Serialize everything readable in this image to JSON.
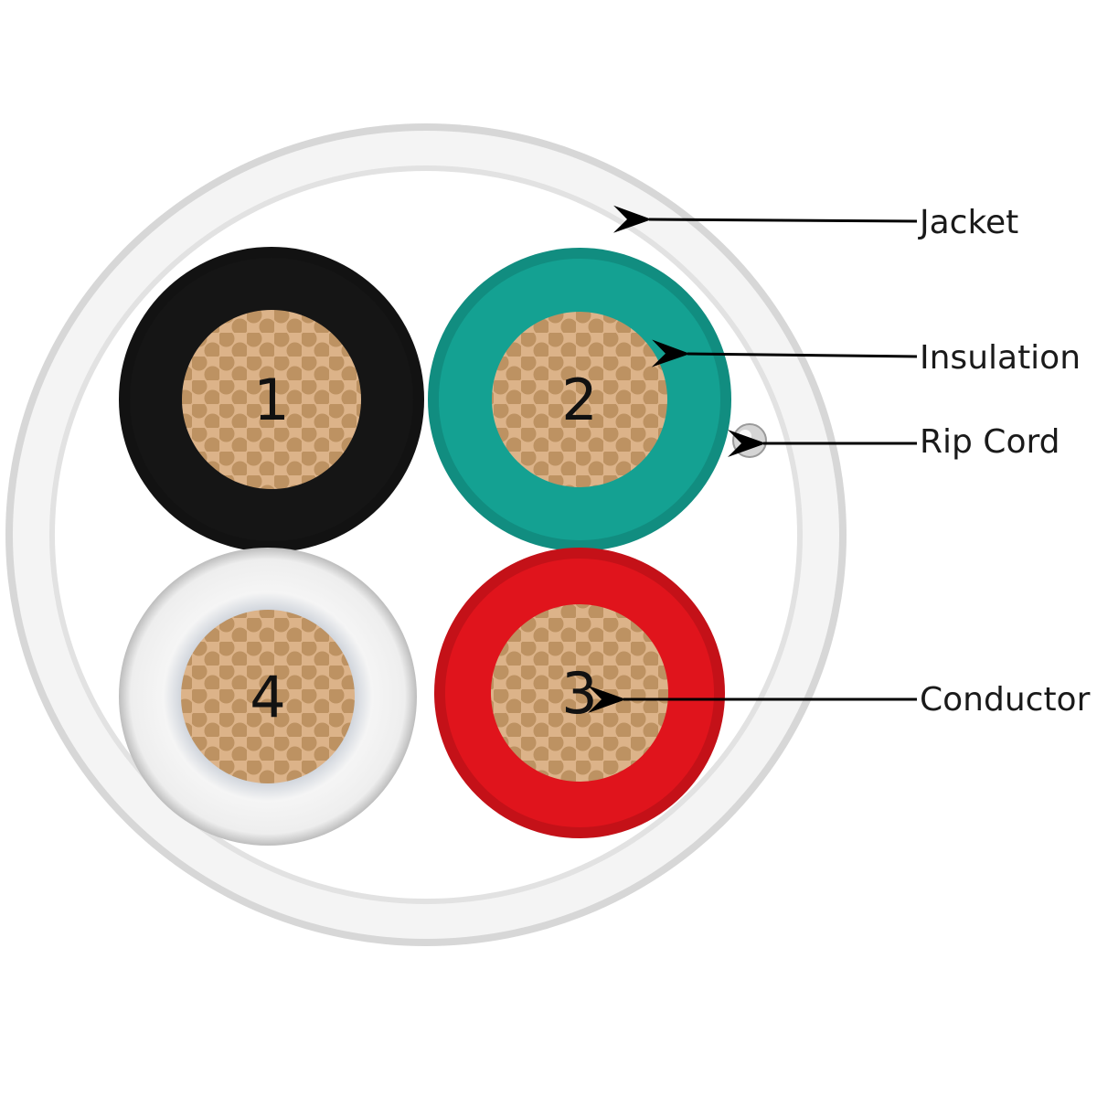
{
  "labels": {
    "jacket": "Jacket",
    "insulation": "Insulation",
    "rip_cord": "Rip Cord",
    "conductor": "Conductor"
  },
  "wires": [
    {
      "number": "1",
      "color": "#151515"
    },
    {
      "number": "2",
      "color": "#14a192"
    },
    {
      "number": "3",
      "color": "#e0141c"
    },
    {
      "number": "4",
      "color": "#f2f2f2"
    }
  ],
  "colors": {
    "jacket": "#e6e6e6",
    "conductor": "#d9b083",
    "strand": "#b98d5e"
  }
}
